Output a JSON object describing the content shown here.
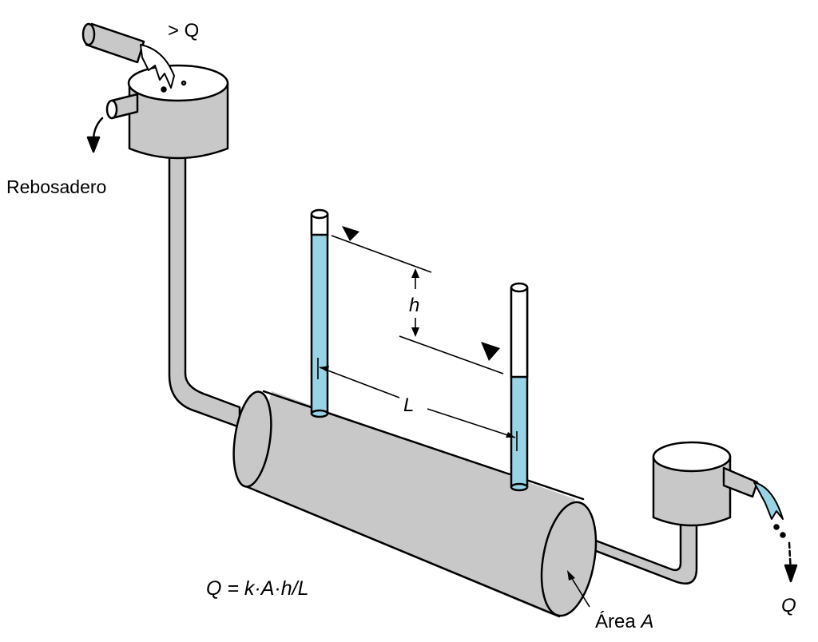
{
  "diagram": {
    "title": "Darcy experiment apparatus",
    "labels": {
      "inflow": "> Q",
      "overflow": "Rebosadero",
      "head_difference": "h",
      "length": "L",
      "formula": "Q = k·A·h/L",
      "area_prefix": "Área ",
      "area_symbol": "A",
      "outflow": "Q"
    },
    "colors": {
      "metal": "#c8c8c8",
      "water": "#99d4e6",
      "outline": "#000000",
      "background": "#ffffff"
    }
  }
}
